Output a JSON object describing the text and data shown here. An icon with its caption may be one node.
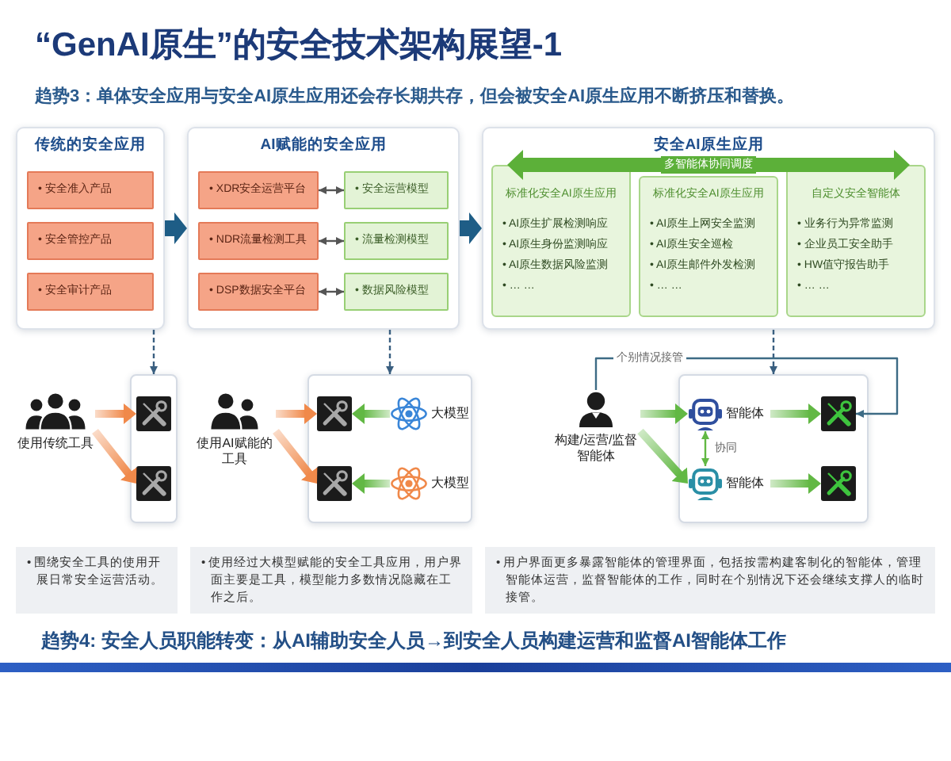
{
  "diagram": {
    "title": "“GenAI原生”的安全技术架构展望-1",
    "nodes": [
      {
        "text": [
          "传统的安全应用"
        ]
      },
      {
        "text": [
          "• 安全准入产品"
        ],
        "in": 0
      },
      {
        "text": [
          "• 安全管控产品"
        ],
        "in": 0
      },
      {
        "text": [
          "• 安全审计产品"
        ],
        "in": 0
      },
      {
        "text": [
          "AI赋能的安全应用"
        ]
      },
      {
        "text": [
          "• XDR安全运营平台"
        ],
        "in": 4
      },
      {
        "text": [
          "• 安全运营模型"
        ],
        "in": 4
      },
      {
        "text": [
          "• NDR流量检测工具"
        ],
        "in": 4
      },
      {
        "text": [
          "• 流量检测模型"
        ],
        "in": 4
      },
      {
        "text": [
          "• DSP数据安全平台"
        ],
        "in": 4
      },
      {
        "text": [
          "• 数据风险模型"
        ],
        "in": 4
      },
      {
        "text": [
          "安全AI原生应用"
        ]
      },
      {
        "text": [
          "标准化安全AI原生应用",
          "• AI原生扩展检测响应",
          "• AI原生身份监测响应",
          "• AI原生数据风险监测",
          "• … …"
        ],
        "in": 11
      },
      {
        "text": [
          "标准化安全AI原生应用",
          "• AI原生上网安全监测",
          "• AI原生安全巡检",
          "• AI原生邮件外发检测",
          "• … …"
        ],
        "in": 11
      },
      {
        "text": [
          "自定义安全智能体",
          "• 业务行为异常监测",
          "• 企业员工安全助手",
          "• HW值守报告助手",
          "• … …"
        ],
        "in": 11
      },
      {
        "text": [
          "使用传统工具"
        ]
      },
      {
        "text": [],
        "shape": "box"
      },
      {
        "text": [],
        "shape": "picture",
        "in": 16
      },
      {
        "text": [],
        "shape": "picture",
        "in": 16
      },
      {
        "text": [
          "使用AI赋能的工具"
        ]
      },
      {
        "text": [],
        "shape": "box"
      },
      {
        "text": [],
        "shape": "picture",
        "in": 20
      },
      {
        "text": [
          "大模型"
        ],
        "in": 20
      },
      {
        "text": [],
        "shape": "picture",
        "in": 20
      },
      {
        "text": [
          "大模型"
        ],
        "in": 20
      },
      {
        "text": [
          "构建/运营/监督智能体"
        ]
      },
      {
        "text": [],
        "shape": "box"
      },
      {
        "text": [
          "智能体"
        ],
        "in": 26
      },
      {
        "text": [],
        "shape": "picture",
        "in": 26
      },
      {
        "text": [
          "智能体"
        ],
        "in": 26
      },
      {
        "text": [],
        "shape": "picture",
        "in": 26
      },
      {
        "text": [
          "• 围绕安全工具的使用开展日常安全运营活动。"
        ]
      },
      {
        "text": [
          "• 使用经过大模型赋能的安全工具应用，用户界面主要是工具，模型能力多数情况隐藏在工作之后。"
        ]
      },
      {
        "text": [
          "• 用户界面更多暴露智能体的管理界面，包括按需构建客制化的智能体，管理智能体运营，监督智能体的工作，同时在个别情况下还会继续支撑人的临时接管。"
        ]
      }
    ],
    "edges": [
      {
        "from": 0,
        "to": 4,
        "arrow": "to",
        "style": "thick",
        "color": "#1e5d86"
      },
      {
        "from": 4,
        "to": 11,
        "arrow": "to",
        "style": "thick",
        "color": "#1e5d86"
      },
      {
        "from": 5,
        "to": 6,
        "arrow": "both",
        "color": "#555555"
      },
      {
        "from": 7,
        "to": 8,
        "arrow": "both",
        "color": "#555555"
      },
      {
        "from": 9,
        "to": 10,
        "arrow": "both",
        "color": "#555555"
      },
      {
        "from": 12,
        "to": 14,
        "arrow": "both",
        "label": "多智能体协同调度",
        "style": "thick",
        "color": "#5cb039"
      },
      {
        "from": 0,
        "to": 16,
        "arrow": "to",
        "style": "dashed",
        "color": "#3a5f80"
      },
      {
        "from": 4,
        "to": 20,
        "arrow": "to",
        "style": "dashed",
        "color": "#3a5f80"
      },
      {
        "from": 11,
        "to": 26,
        "arrow": "to",
        "style": "dashed",
        "color": "#3a5f80"
      },
      {
        "from": 15,
        "to": 17,
        "arrow": "to",
        "style": "thick",
        "color": "#f0894a"
      },
      {
        "from": 15,
        "to": 18,
        "arrow": "to",
        "style": "thick",
        "color": "#f0894a"
      },
      {
        "from": 19,
        "to": 21,
        "arrow": "to",
        "style": "thick",
        "color": "#f0894a"
      },
      {
        "from": 19,
        "to": 23,
        "arrow": "to",
        "style": "thick",
        "color": "#f0894a"
      },
      {
        "from": 22,
        "to": 21,
        "arrow": "to",
        "style": "thick",
        "color": "#62b844"
      },
      {
        "from": 24,
        "to": 23,
        "arrow": "to",
        "style": "thick",
        "color": "#62b844"
      },
      {
        "from": 25,
        "to": 27,
        "arrow": "to",
        "style": "thick",
        "color": "#62b844"
      },
      {
        "from": 25,
        "to": 29,
        "arrow": "to",
        "style": "thick",
        "color": "#62b844"
      },
      {
        "from": 27,
        "to": 28,
        "arrow": "to",
        "style": "thick",
        "color": "#62b844"
      },
      {
        "from": 29,
        "to": 30,
        "arrow": "to",
        "style": "thick",
        "color": "#62b844"
      },
      {
        "from": 27,
        "to": 29,
        "arrow": "both",
        "label": "协同",
        "color": "#62b844"
      },
      {
        "from": 25,
        "to": 28,
        "arrow": "to",
        "label": "个别情况接管",
        "color": "#3d6b85"
      }
    ],
    "labels": [
      "趋势3：单体安全应用与安全AI原生应用还会存长期共存，但会被安全AI原生应用不断挤压和替换。",
      "趋势4: 安全人员职能转变：从AI辅助安全人员→到安全人员构建运营和监督AI智能体工作"
    ]
  }
}
